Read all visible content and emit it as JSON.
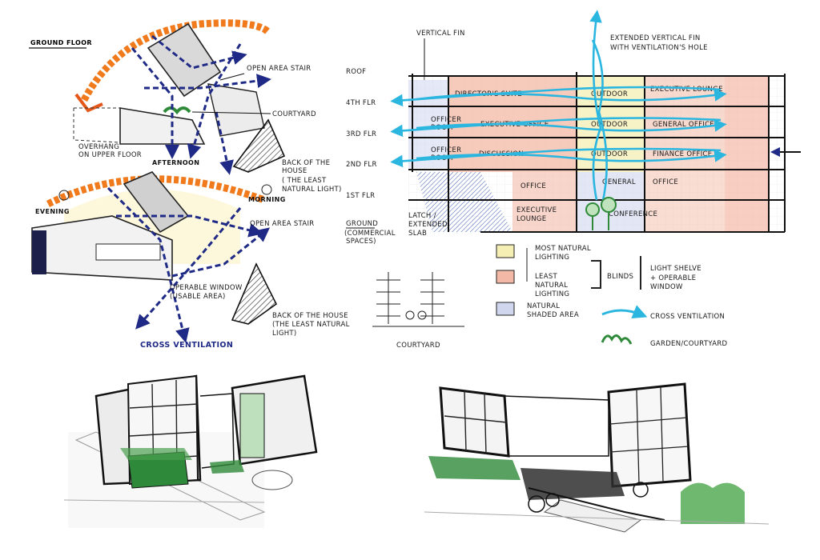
{
  "plan_top": {
    "title": "GROUND FLOOR",
    "open_area_stair": "OPEN AREA STAIR",
    "courtyard": "COURTYARD",
    "overhang": "OVERHANG",
    "overhang_2": "ON UPPER FLOOR",
    "afternoon": "AFTERNOON",
    "back_1": "BACK OF THE",
    "back_2": "HOUSE",
    "back_3": "( THE LEAST",
    "back_4": "NATURAL LIGHT)"
  },
  "plan_bottom": {
    "evening": "EVENING",
    "morning": "MORNING",
    "open_area_stair": "OPEN AREA STAIR",
    "operable_1": "OPERABLE WINDOW",
    "operable_2": "(USABLE AREA)",
    "back_1": "BACK OF THE HOUSE",
    "back_2": "(THE LEAST NATURAL",
    "back_3": "LIGHT)",
    "cross_ventilation": "CROSS VENTILATION"
  },
  "section": {
    "vertical_fin": "VERTICAL FIN",
    "ext_fin_1": "EXTENDED VERTICAL FIN",
    "ext_fin_2": "WITH VENTILATION'S HOLE",
    "floors": [
      "ROOF",
      "4TH FLR",
      "3RD FLR",
      "2ND FLR",
      "1ST FLR",
      "GROUND"
    ],
    "ground_sub_1": "(COMMERCIAL",
    "ground_sub_2": "SPACES)",
    "latch_1": "LATCH /",
    "latch_2": "EXTENDED",
    "latch_3": "SLAB",
    "rooms": {
      "directors_suite": "DIRECTOR'S SUITE",
      "outdoor_4": "OUTDOOR",
      "executive_lounge_4": "EXECUTIVE LOUNGE",
      "officer_room_3a": "OFFICER",
      "officer_room_3b": "ROOM",
      "executive_office": "EXECUTIVE OFFICE",
      "outdoor_3": "OUTDOOR",
      "general_office_3": "GENERAL OFFICE",
      "officer_room_2a": "OFFICER",
      "officer_room_2b": "ROOM",
      "discussion": "DISCUSSION",
      "outdoor_2": "OUTDOOR",
      "finance_office": "FINANCE OFFICE",
      "office_1": "OFFICE",
      "general_1": "GENERAL",
      "office_1b": "OFFICE",
      "executive_lounge_g1": "EXECUTIVE",
      "executive_lounge_g2": "LOUNGE",
      "conference": "CONFERENCE"
    }
  },
  "legend": {
    "most_natural_1": "MOST NATURAL",
    "most_natural_2": "LIGHTING",
    "least_natural_1": "LEAST",
    "least_natural_2": "NATURAL",
    "least_natural_3": "LIGHTING",
    "natural_shaded_1": "NATURAL",
    "natural_shaded_2": "SHADED AREA",
    "blinds": "BLINDS",
    "light_shelve_1": "LIGHT SHELVE",
    "light_shelve_2": "+ OPERABLE",
    "light_shelve_3": "WINDOW",
    "cross_ventilation": "CROSS VENTILATION",
    "garden": "GARDEN/COURTYARD",
    "courtyard_small": "COURTYARD",
    "colors": {
      "most_natural": "#f6efb4",
      "least_natural": "#f3b9a6",
      "natural_shaded": "#cfd6ee",
      "cross_vent": "#2bb6e0",
      "garden": "#2f8a3a",
      "sun_arc": "#f07a1c",
      "wind": "#1f2a86"
    }
  }
}
